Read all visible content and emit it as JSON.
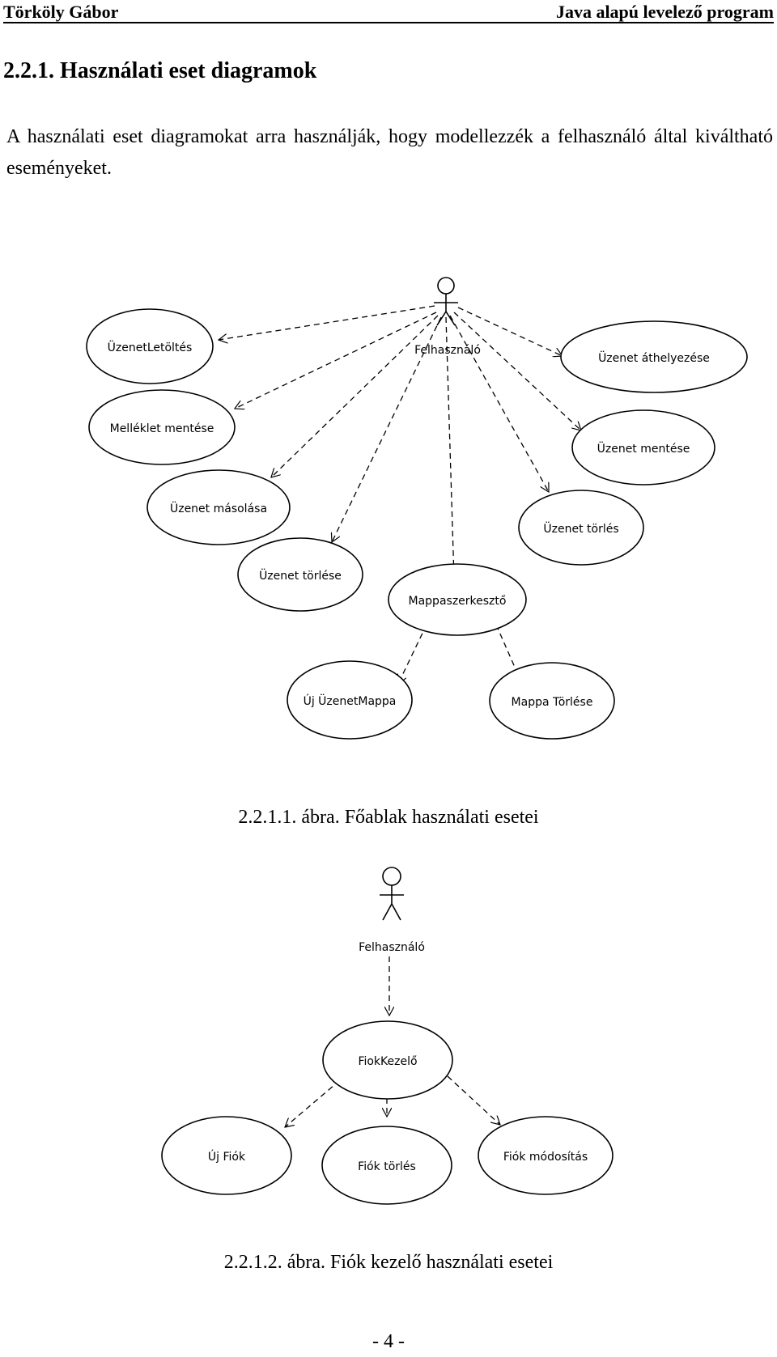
{
  "header": {
    "author": "Törköly Gábor",
    "doc_title": "Java alapú levelező program"
  },
  "section": {
    "title": "2.2.1. Használati eset diagramok",
    "paragraph": "A használati eset diagramokat arra használják, hogy modellezzék a felhasználó által kiváltható eseményeket."
  },
  "diagram1": {
    "actor": "Felhasználó",
    "use_cases": {
      "uzenet_letoltes": "ÜzenetLetöltés",
      "melleklet_mentese": "Melléklet mentése",
      "uzenet_masolasa": "Üzenet másolása",
      "uzenet_torlese": "Üzenet törlése",
      "mappaszerkeszto": "Mappaszerkesztő",
      "uzenet_torles": "Üzenet törlés",
      "uzenet_mentese": "Üzenet mentése",
      "uzenet_athelyezese": "Üzenet áthelyezése",
      "uj_uzenetmappa": "Új ÜzenetMappa",
      "mappa_torlese": "Mappa Törlése"
    },
    "caption": "2.2.1.1. ábra. Főablak használati esetei"
  },
  "diagram2": {
    "actor": "Felhasználó",
    "use_cases": {
      "fiokkezelo": "FiokKezelő",
      "uj_fiok": "Új Fiók",
      "fiok_torles": "Fiók törlés",
      "fiok_modositas": "Fiók módosítás"
    },
    "caption": "2.2.1.2. ábra. Fiók kezelő használati esetei"
  },
  "footer": {
    "page_number": "- 4 -"
  }
}
